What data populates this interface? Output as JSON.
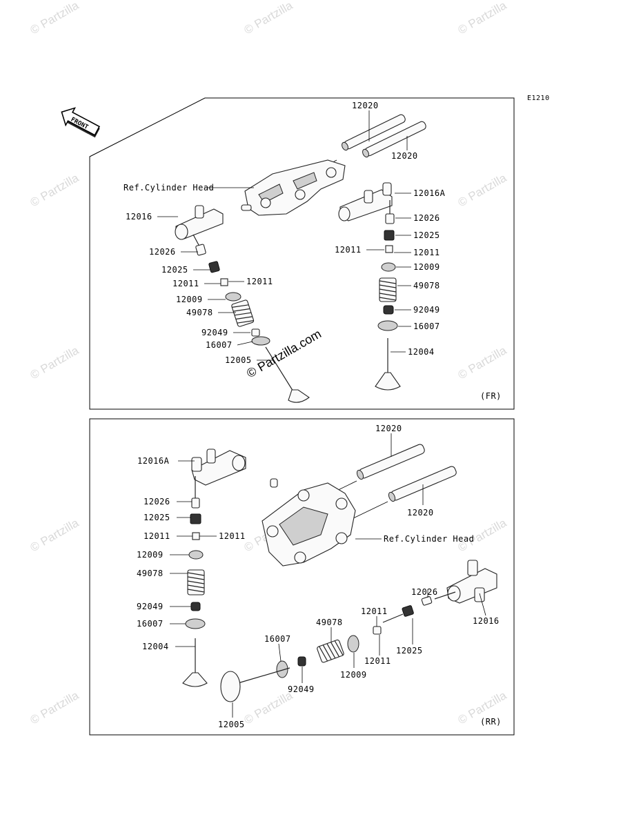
{
  "diagram_code": "E1210",
  "front_label": "FRONT",
  "watermark": "© Partzilla",
  "watermark_center": "© Partzilla.com",
  "panels": [
    {
      "tag": "(FR)",
      "labels": {
        "pushrod_top": "12020",
        "pushrod_right": "12020",
        "ref": "Ref.Cylinder Head",
        "rocker_right": "12016A",
        "rocker_left": "12016",
        "r_12026": "12026",
        "r_12025": "12025",
        "r_12011a": "12011",
        "r_12011b": "12011",
        "r_12009": "12009",
        "r_49078": "49078",
        "r_92049": "92049",
        "r_16007": "16007",
        "r_12004": "12004",
        "l_12026": "12026",
        "l_12025": "12025",
        "l_12011a": "12011",
        "l_12011b": "12011",
        "l_12009": "12009",
        "l_49078": "49078",
        "l_92049": "92049",
        "l_16007": "16007",
        "l_12005": "12005"
      }
    },
    {
      "tag": "(RR)",
      "labels": {
        "pushrod_top": "12020",
        "pushrod_right": "12020",
        "ref": "Ref.Cylinder Head",
        "rocker_left": "12016A",
        "l_12026": "12026",
        "l_12025": "12025",
        "l_12011a": "12011",
        "l_12011b": "12011",
        "l_12009": "12009",
        "l_49078": "49078",
        "l_92049": "92049",
        "l_16007": "16007",
        "l_12004": "12004",
        "b_12005": "12005",
        "b_16007": "16007",
        "b_92049": "92049",
        "b_49078": "49078",
        "b_12009": "12009",
        "b_12011a": "12011",
        "b_12011b": "12011",
        "b_12025": "12025",
        "b_12026": "12026",
        "b_12016": "12016"
      }
    }
  ]
}
